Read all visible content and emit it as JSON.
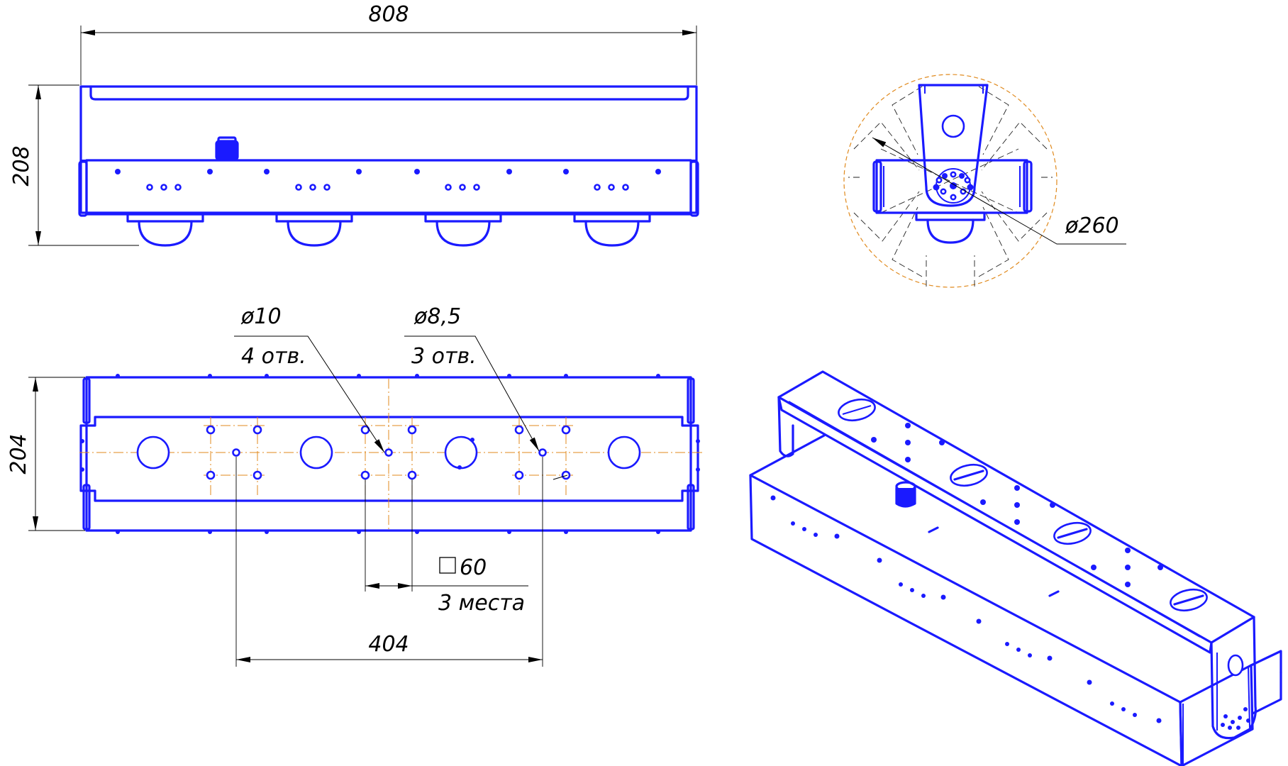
{
  "dimensions": {
    "overall_length": "808",
    "front_height": "208",
    "plan_width": "204",
    "rotation_diameter": "ø260",
    "mount_hole_diameter": "ø10",
    "mount_hole_count": "4 отв.",
    "small_hole_diameter": "ø8,5",
    "small_hole_count": "3 отв.",
    "square_size": "60",
    "square_count": "3 места",
    "hole_spacing": "404"
  },
  "colors": {
    "part_outline": "#1a1aff",
    "axis_line": "#e08a1e",
    "dimension_line": "#000000"
  }
}
